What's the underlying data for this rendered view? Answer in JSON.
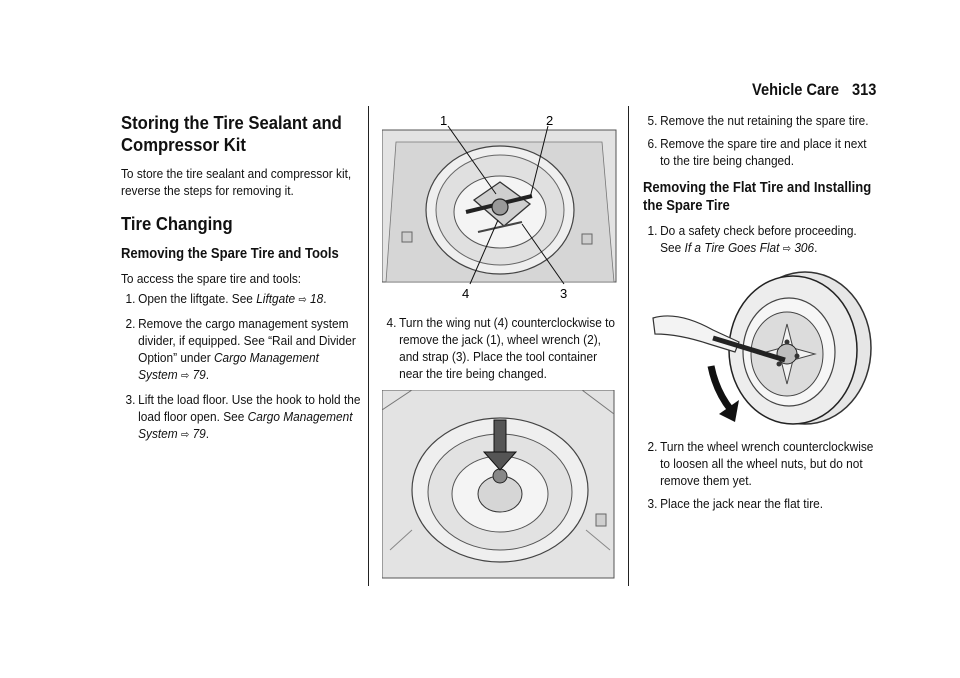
{
  "header": {
    "section": "Vehicle Care",
    "page": "313"
  },
  "col1": {
    "h_store": "Storing the Tire Sealant and Compressor Kit",
    "p_store": "To store the tire sealant and compressor kit, reverse the steps for removing it.",
    "h_change": "Tire Changing",
    "h_remove": "Removing the Spare Tire and Tools",
    "p_access": "To access the spare tire and tools:",
    "steps": [
      {
        "num": "1.",
        "text": "Open the liftgate. See ",
        "ref": "Liftgate",
        "arrow": "⇨",
        "page": "18",
        "end": "."
      },
      {
        "num": "2.",
        "text": "Remove the cargo management system divider, if equipped. See “Rail and Divider Option” under ",
        "ref": "Cargo Management System",
        "arrow": "⇨",
        "page": "79",
        "end": "."
      },
      {
        "num": "3.",
        "text": "Lift the load floor. Use the hook to hold the load floor open. See ",
        "ref": "Cargo Management System",
        "arrow": "⇨",
        "page": "79",
        "end": "."
      }
    ]
  },
  "col2": {
    "callouts": [
      "1",
      "2",
      "4",
      "3"
    ],
    "step4": {
      "num": "4.",
      "text": "Turn the wing nut (4) counterclockwise to remove the jack (1), wheel wrench (2), and strap (3). Place the tool container near the tire being changed."
    }
  },
  "col3": {
    "steps_a": [
      {
        "num": "5.",
        "text": "Remove the nut retaining the spare tire."
      },
      {
        "num": "6.",
        "text": "Remove the spare tire and place it next to the tire being changed."
      }
    ],
    "h_flat": "Removing the Flat Tire and Installing the Spare Tire",
    "step1": {
      "num": "1.",
      "text": "Do a safety check before proceeding. See ",
      "ref": "If a Tire Goes Flat",
      "arrow": "⇨",
      "page": "306",
      "end": "."
    },
    "steps_b": [
      {
        "num": "2.",
        "text": "Turn the wheel wrench counterclockwise to loosen all the wheel nuts, but do not remove them yet."
      },
      {
        "num": "3.",
        "text": "Place the jack near the flat tire."
      }
    ]
  }
}
